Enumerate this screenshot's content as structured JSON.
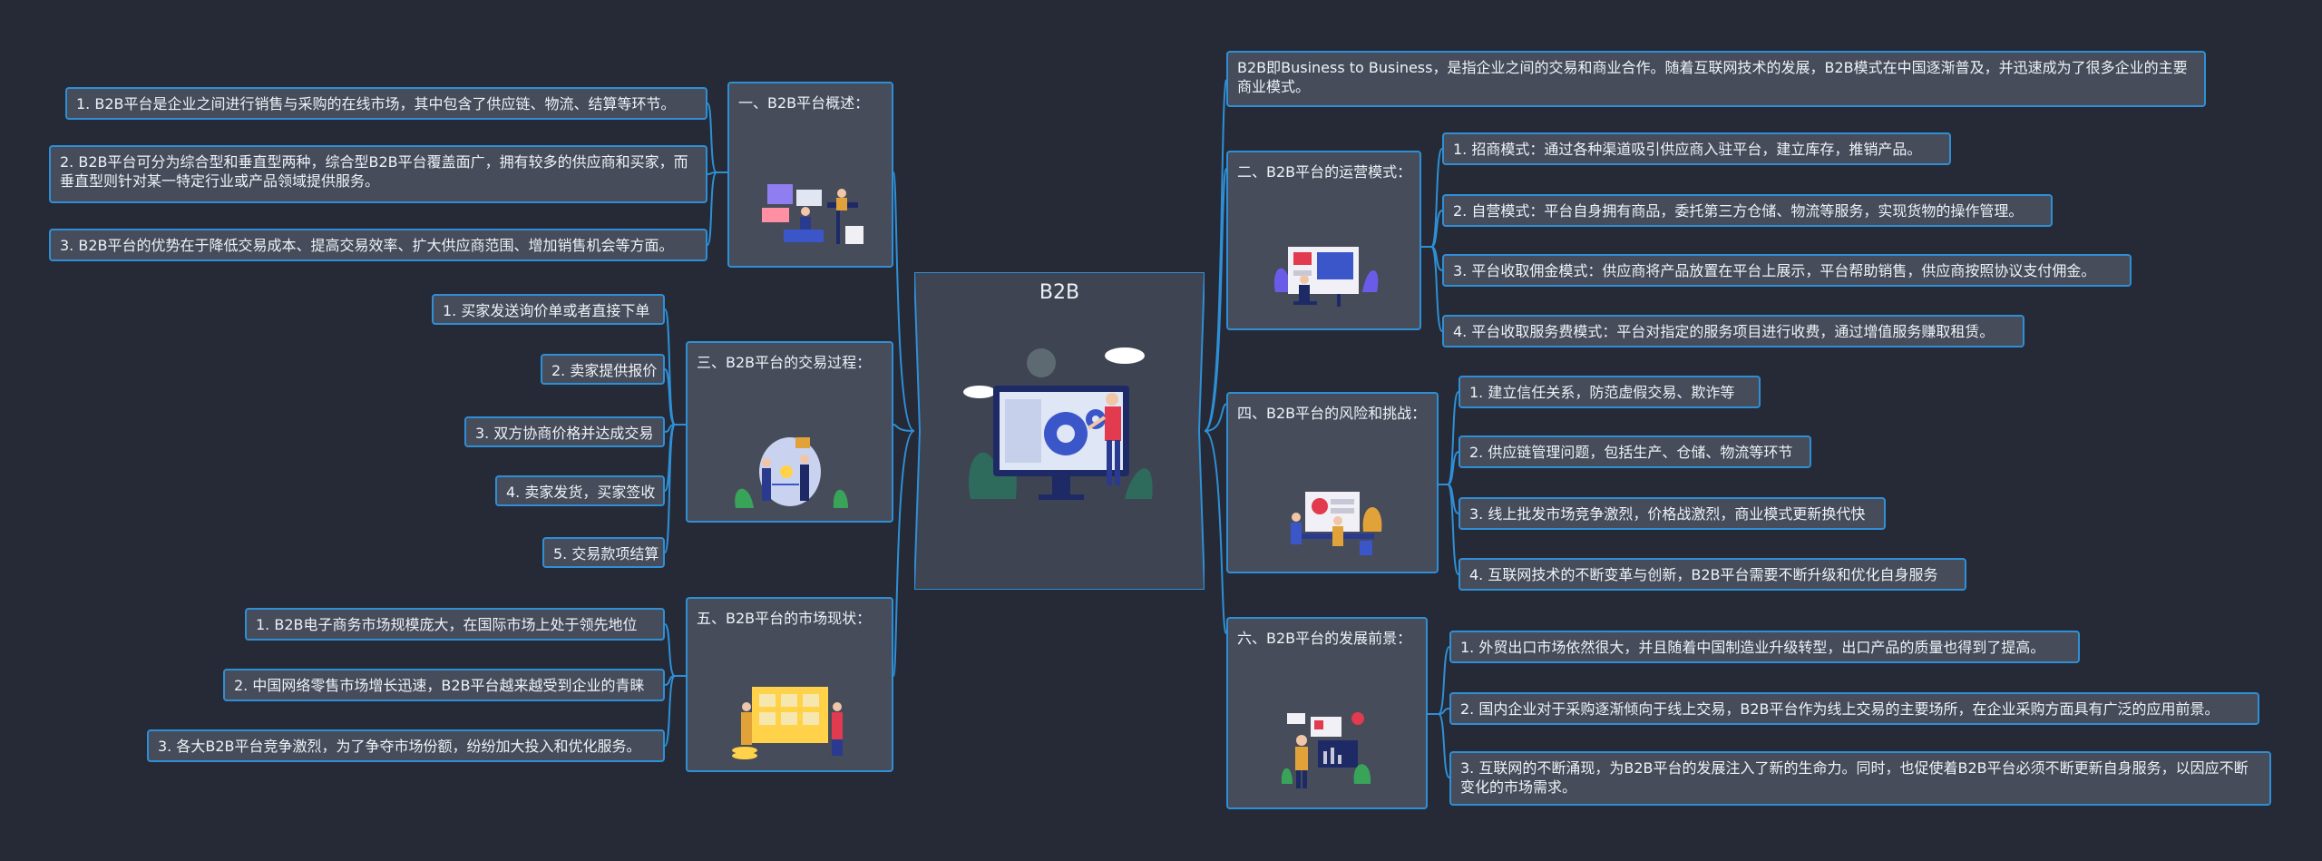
{
  "center": {
    "title": "B2B"
  },
  "intro": "B2B即Business to Business，是指企业之间的交易和商业合作。随着互联网技术的发展，B2B模式在中国逐渐普及，并迅速成为了很多企业的主要商业模式。",
  "branches": [
    {
      "title": "一、B2B平台概述：",
      "illustration": "people-with-screens",
      "items": [
        "1. B2B平台是企业之间进行销售与采购的在线市场，其中包含了供应链、物流、结算等环节。",
        "2. B2B平台可分为综合型和垂直型两种，综合型B2B平台覆盖面广，拥有较多的供应商和买家，而垂直型则针对某一特定行业或产品领域提供服务。",
        "3. B2B平台的优势在于降低交易成本、提高交易效率、扩大供应商范围、增加销售机会等方面。"
      ]
    },
    {
      "title": "二、B2B平台的运营模式：",
      "illustration": "person-at-monitor",
      "items": [
        "1. 招商模式：通过各种渠道吸引供应商入驻平台，建立库存，推销产品。",
        "2. 自营模式：平台自身拥有商品，委托第三方仓储、物流等服务，实现货物的操作管理。",
        "3. 平台收取佣金模式：供应商将产品放置在平台上展示，平台帮助销售，供应商按照协议支付佣金。",
        "4. 平台收取服务费模式：平台对指定的服务项目进行收费，通过增值服务赚取租赁。"
      ]
    },
    {
      "title": "三、B2B平台的交易过程：",
      "illustration": "people-with-lightbulb",
      "items": [
        "1. 买家发送询价单或者直接下单",
        "2. 卖家提供报价",
        "3. 双方协商价格并达成交易",
        "4. 卖家发货，买家签收",
        "5. 交易款项结算"
      ]
    },
    {
      "title": "四、B2B平台的风险和挑战：",
      "illustration": "team-at-desk",
      "items": [
        "1. 建立信任关系，防范虚假交易、欺诈等",
        "2. 供应链管理问题，包括生产、仓储、物流等环节",
        "3. 线上批发市场竞争激烈，价格战激烈，商业模式更新换代快",
        "4. 互联网技术的不断变革与创新，B2B平台需要不断升级和优化自身服务"
      ]
    },
    {
      "title": "五、B2B平台的市场现状：",
      "illustration": "people-with-board",
      "items": [
        "1. B2B电子商务市场规模庞大，在国际市场上处于领先地位",
        "2. 中国网络零售市场增长迅速，B2B平台越来越受到企业的青睐",
        "3. 各大B2B平台竞争激烈，为了争夺市场份额，纷纷加大投入和优化服务。"
      ]
    },
    {
      "title": "六、B2B平台的发展前景：",
      "illustration": "person-with-charts",
      "items": [
        "1. 外贸出口市场依然很大，并且随着中国制造业升级转型，出口产品的质量也得到了提高。",
        "2. 国内企业对于采购逐渐倾向于线上交易，B2B平台作为线上交易的主要场所，在企业采购方面具有广泛的应用前景。",
        "3. 互联网的不断涌现，为B2B平台的发展注入了新的生命力。同时，也促使着B2B平台必须不断更新自身服务，以因应不断变化的市场需求。"
      ]
    }
  ],
  "colors": {
    "background": "#252a36",
    "node": "#464c5a",
    "border": "#2f8fd6",
    "text": "#eef2f7"
  }
}
